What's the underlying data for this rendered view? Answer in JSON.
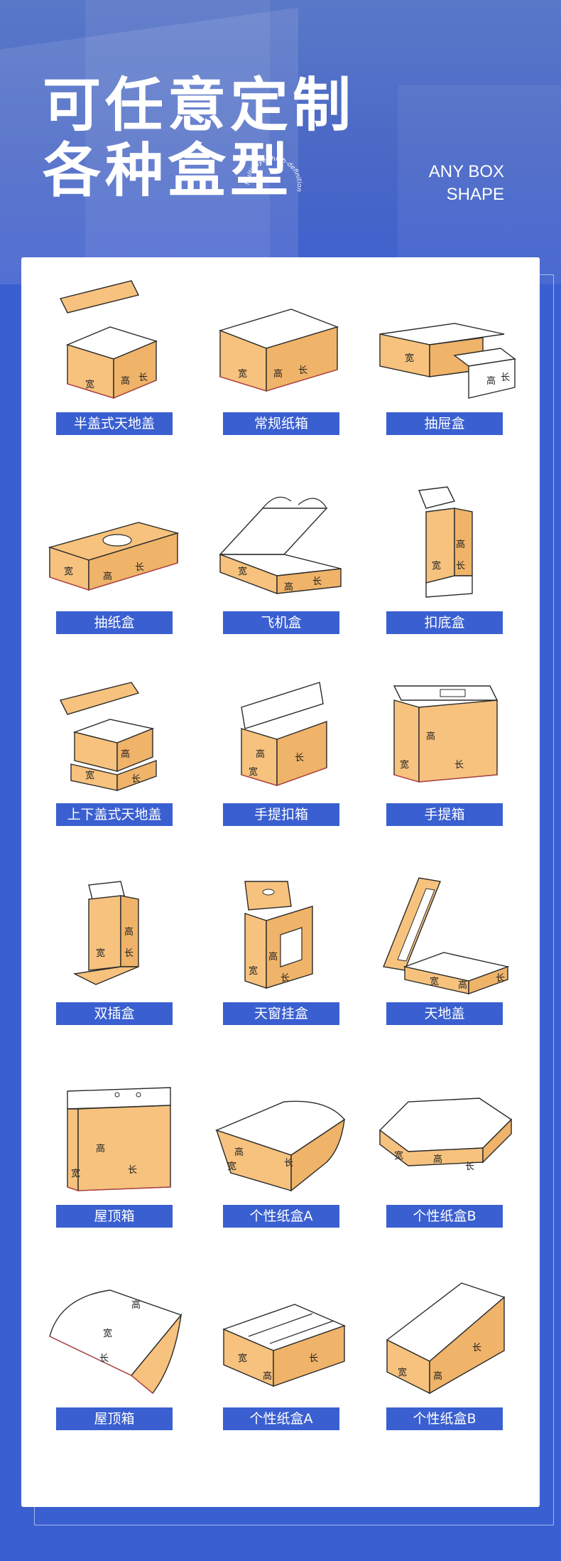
{
  "header": {
    "title_line1": "可任意定制",
    "title_line2": "各种盒型",
    "seal_text": "Multi layer high-definition",
    "subtitle_line1": "ANY BOX",
    "subtitle_line2": "SHAPE"
  },
  "dims": {
    "width": "宽",
    "height": "高",
    "length": "长"
  },
  "colors": {
    "background": "#3a5fd0",
    "label": "#3a5fd0",
    "card": "#ffffff",
    "box": "#f6c27e"
  },
  "boxes": [
    {
      "label": "半盖式天地盖"
    },
    {
      "label": "常规纸箱"
    },
    {
      "label": "抽屉盒"
    },
    {
      "label": "抽纸盒"
    },
    {
      "label": "飞机盒"
    },
    {
      "label": "扣底盒"
    },
    {
      "label": "上下盖式天地盖"
    },
    {
      "label": "手提扣箱"
    },
    {
      "label": "手提箱"
    },
    {
      "label": "双插盒"
    },
    {
      "label": "天窗挂盒"
    },
    {
      "label": "天地盖"
    },
    {
      "label": "屋顶箱"
    },
    {
      "label": "个性纸盒A"
    },
    {
      "label": "个性纸盒B"
    },
    {
      "label": "屋顶箱"
    },
    {
      "label": "个性纸盒A"
    },
    {
      "label": "个性纸盒B"
    }
  ]
}
